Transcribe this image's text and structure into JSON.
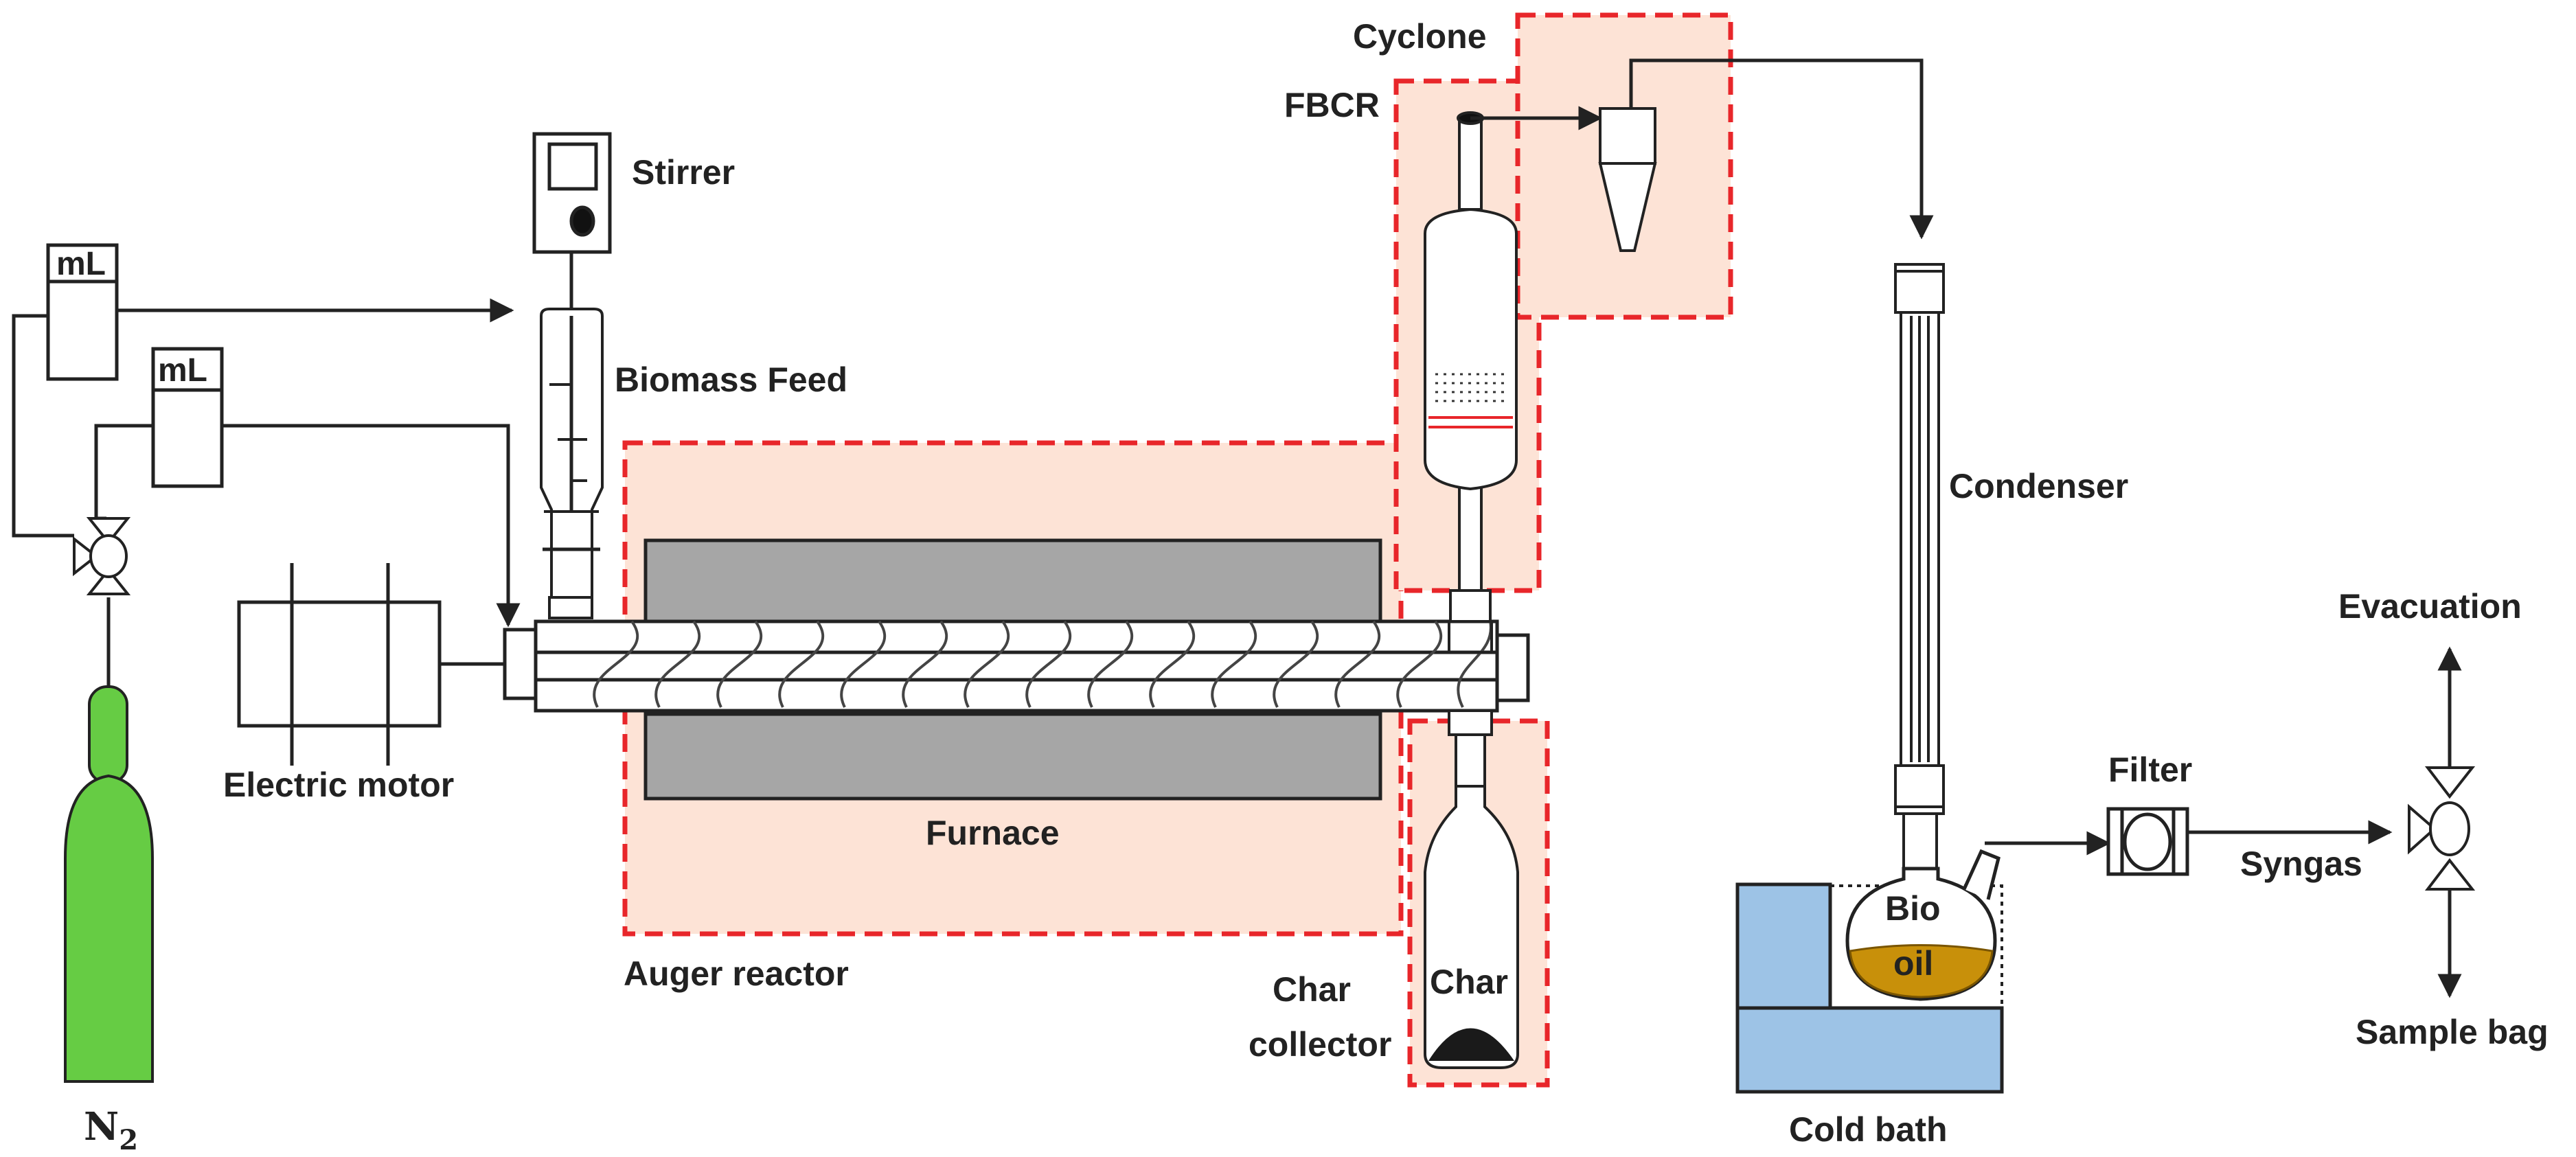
{
  "labels": {
    "cyclone": "Cyclone",
    "fbcr": "FBCR",
    "stirrer": "Stirrer",
    "biomass_feed": "Biomass Feed",
    "condenser": "Condenser",
    "evacuation": "Evacuation",
    "electric_motor": "Electric motor",
    "furnace": "Furnace",
    "auger_reactor": "Auger reactor",
    "filter": "Filter",
    "syngas": "Syngas",
    "bio": "Bio",
    "oil": "oil",
    "char": "Char",
    "char_collector_1": "Char",
    "char_collector_2": "collector",
    "sample_bag": "Sample bag",
    "cold_bath": "Cold bath",
    "n2": "N",
    "n2_sub": "2",
    "ml_1": "mL",
    "ml_2": "mL"
  },
  "colors": {
    "highlight_fill": "#fde3d6",
    "highlight_border": "#e8262a",
    "furnace": "#a6a6a6",
    "cylinder": "#66cc44",
    "cold_bath": "#9dc3e6",
    "bio_oil": "#c8900a",
    "char": "#1a1a1a",
    "line": "#222222"
  }
}
